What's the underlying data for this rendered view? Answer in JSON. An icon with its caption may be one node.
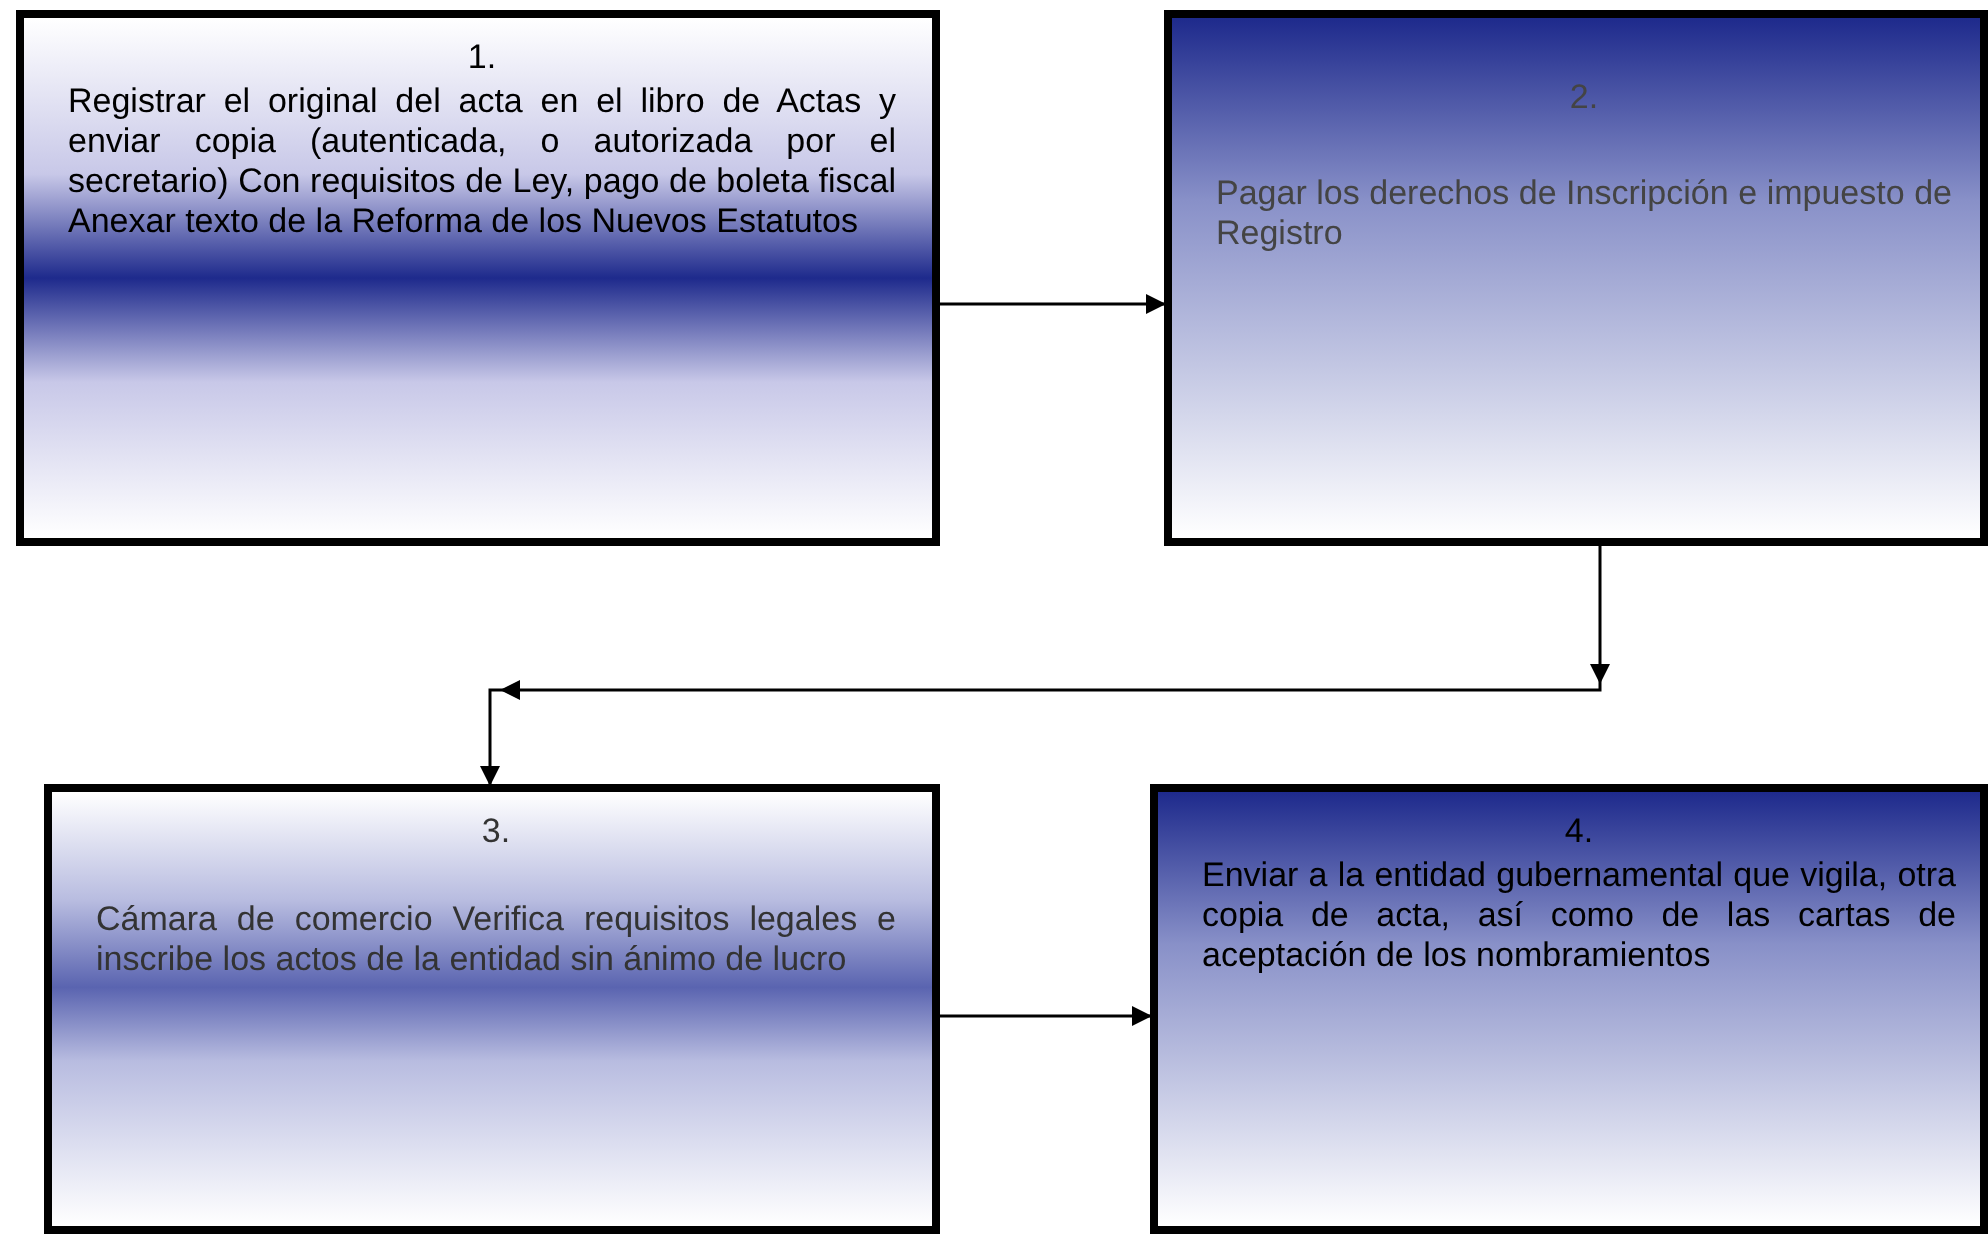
{
  "diagram": {
    "nodes": [
      {
        "text": [
          "1.",
          "Registrar el original del acta en el libro de Actas y enviar copia (autenticada, o autorizada por el secretario) Con requisitos de Ley, pago de boleta fiscal Anexar texto de la Reforma de los Nuevos Estatutos"
        ]
      },
      {
        "text": [
          "2.",
          "Pagar los derechos de Inscripción e impuesto de Registro"
        ]
      },
      {
        "text": [
          "3.",
          "Cámara de comercio Verifica requisitos legales e inscribe los actos de la entidad sin ánimo de lucro"
        ]
      },
      {
        "text": [
          "4.",
          "Enviar a la entidad gubernamental que vigila, otra copia de acta, así como de las cartas de aceptación de los nombramientos"
        ]
      }
    ],
    "edges": [
      {
        "from": 0,
        "to": 1,
        "arrow": "to"
      },
      {
        "from": 1,
        "to": 2,
        "arrow": "to"
      },
      {
        "from": 2,
        "to": 3,
        "arrow": "to"
      }
    ]
  }
}
